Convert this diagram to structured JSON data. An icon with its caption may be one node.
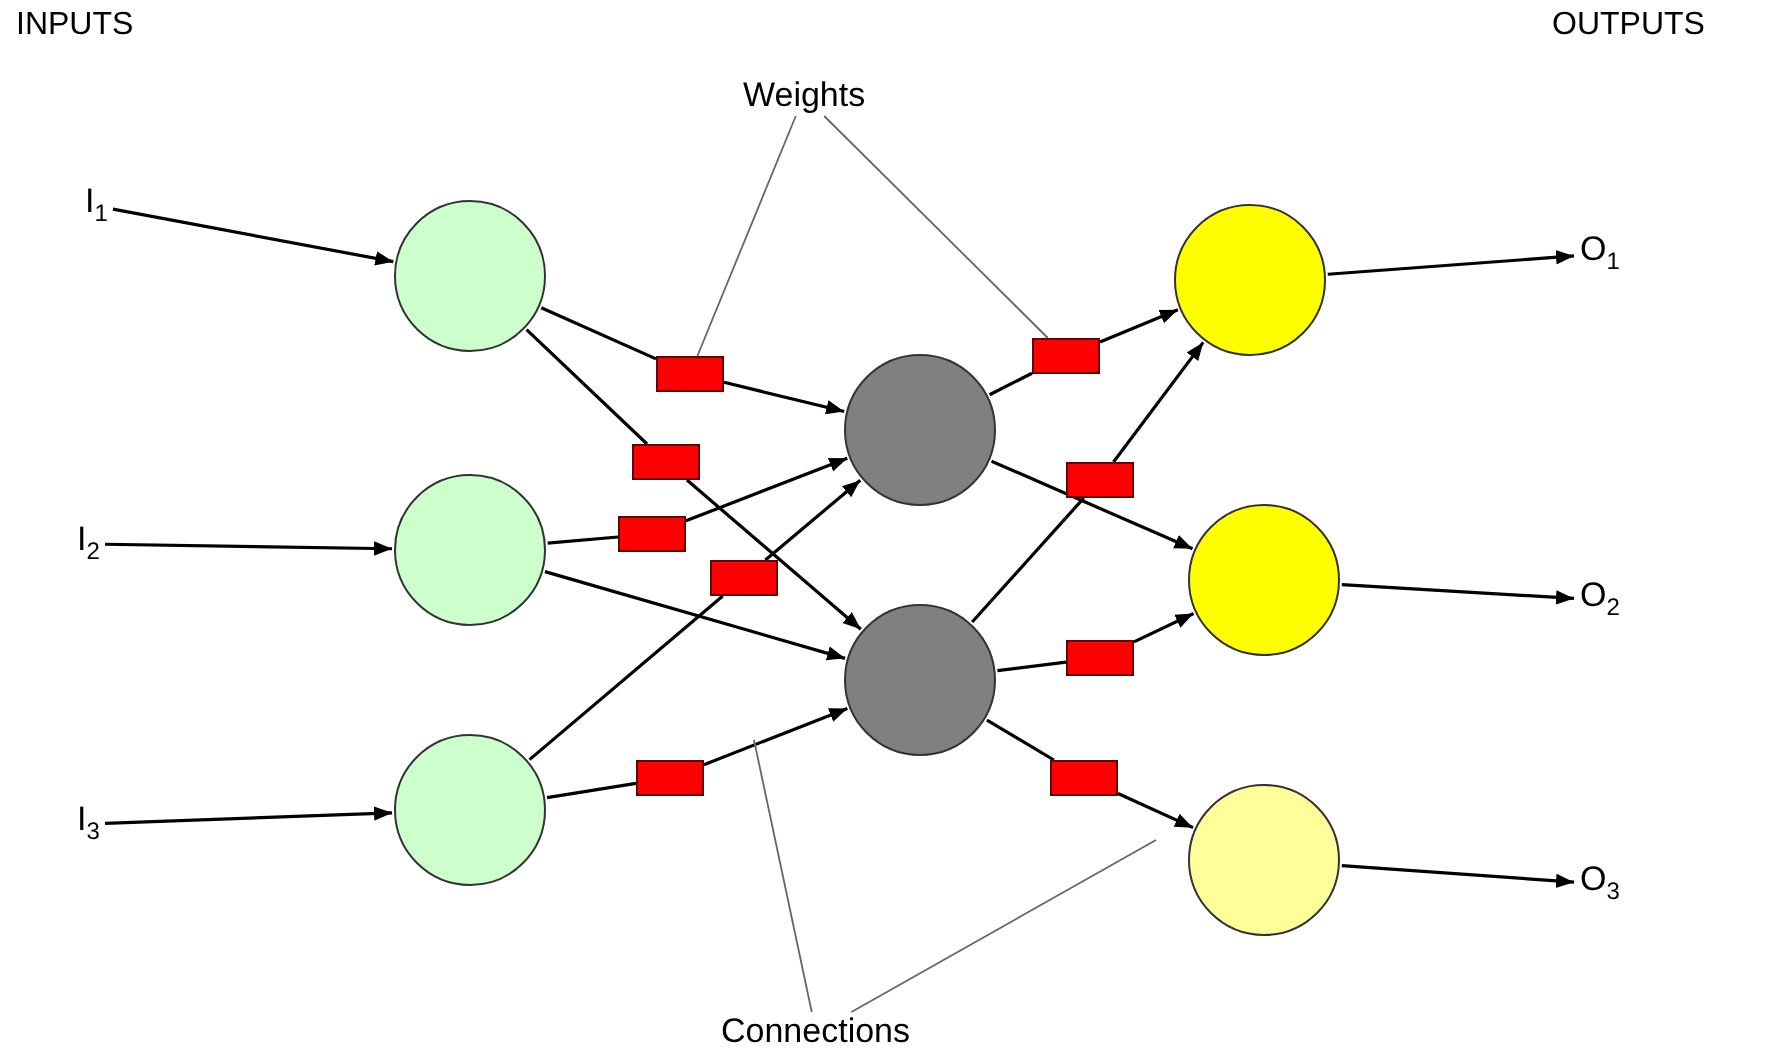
{
  "diagram": {
    "nodes": [
      {
        "text": [
          "I$_{1}$"
        ]
      },
      {
        "text": [
          "I$_{2}$"
        ]
      },
      {
        "text": [
          "I$_{3}$"
        ]
      },
      {
        "text": [],
        "shape": "circle"
      },
      {
        "text": [],
        "shape": "circle"
      },
      {
        "text": [],
        "shape": "circle"
      },
      {
        "text": [
          "Weights"
        ]
      },
      {
        "text": [],
        "shape": "box"
      },
      {
        "text": [],
        "shape": "box"
      },
      {
        "text": [],
        "shape": "box"
      },
      {
        "text": [],
        "shape": "box"
      },
      {
        "text": [],
        "shape": "box"
      },
      {
        "text": [],
        "shape": "box"
      },
      {
        "text": [],
        "shape": "box"
      },
      {
        "text": [],
        "shape": "box"
      },
      {
        "text": [],
        "shape": "box"
      },
      {
        "text": [],
        "shape": "circle"
      },
      {
        "text": [],
        "shape": "circle"
      },
      {
        "text": [],
        "shape": "circle"
      },
      {
        "text": [],
        "shape": "circle"
      },
      {
        "text": [],
        "shape": "circle"
      },
      {
        "text": [
          "O$_{1}$"
        ]
      },
      {
        "text": [
          "O$_{2}$"
        ]
      },
      {
        "text": [
          "O$_{3}$"
        ]
      },
      {
        "text": [
          "Connections"
        ]
      }
    ],
    "edges": [
      {
        "from": 0,
        "to": 3,
        "arrow": "to"
      },
      {
        "from": 1,
        "to": 4,
        "arrow": "to"
      },
      {
        "from": 2,
        "to": 5,
        "arrow": "to"
      },
      {
        "from": 3,
        "to": 7,
        "arrow": "none"
      },
      {
        "from": 7,
        "to": 16,
        "arrow": "to"
      },
      {
        "from": 3,
        "to": 8,
        "arrow": "none"
      },
      {
        "from": 8,
        "to": 17,
        "arrow": "to"
      },
      {
        "from": 4,
        "to": 9,
        "arrow": "none"
      },
      {
        "from": 9,
        "to": 16,
        "arrow": "to"
      },
      {
        "from": 4,
        "to": 17,
        "arrow": "to"
      },
      {
        "from": 5,
        "to": 10,
        "arrow": "none"
      },
      {
        "from": 10,
        "to": 16,
        "arrow": "to"
      },
      {
        "from": 5,
        "to": 11,
        "arrow": "none"
      },
      {
        "from": 11,
        "to": 17,
        "arrow": "to"
      },
      {
        "from": 16,
        "to": 12,
        "arrow": "none"
      },
      {
        "from": 12,
        "to": 18,
        "arrow": "to"
      },
      {
        "from": 16,
        "to": 19,
        "arrow": "to"
      },
      {
        "from": 17,
        "to": 13,
        "arrow": "none"
      },
      {
        "from": 13,
        "to": 18,
        "arrow": "to"
      },
      {
        "from": 17,
        "to": 14,
        "arrow": "none"
      },
      {
        "from": 14,
        "to": 19,
        "arrow": "to"
      },
      {
        "from": 17,
        "to": 15,
        "arrow": "none"
      },
      {
        "from": 15,
        "to": 20,
        "arrow": "to"
      },
      {
        "from": 18,
        "to": 21,
        "arrow": "to"
      },
      {
        "from": 19,
        "to": 22,
        "arrow": "to"
      },
      {
        "from": 20,
        "to": 23,
        "arrow": "to"
      },
      {
        "from": 6,
        "to": 7,
        "arrow": "none",
        "color": "#666666"
      },
      {
        "from": 6,
        "to": 12,
        "arrow": "none",
        "color": "#666666"
      },
      {
        "from": 24,
        "to": null,
        "arrow": "none",
        "color": "#666666"
      },
      {
        "from": 24,
        "to": null,
        "arrow": "none",
        "color": "#666666"
      }
    ],
    "labels": [
      "INPUTS",
      "OUTPUTS"
    ]
  }
}
